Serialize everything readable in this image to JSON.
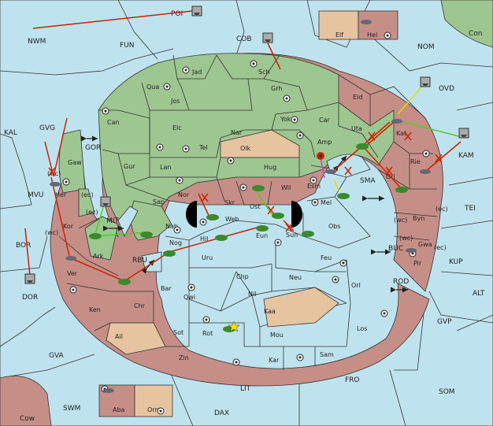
{
  "map": {
    "sea_labels": {
      "nwm": "NWM",
      "fun": "FUN",
      "cob": "COB",
      "nom": "NOM",
      "poi": "POI",
      "kal": "KAL",
      "gvg": "GVG",
      "mvu": "MVU",
      "gor": "GOR",
      "mit": "MIT",
      "bor": "BOR",
      "dor": "DOR",
      "rbu": "RBU",
      "ovd": "OVD",
      "kam": "KAM",
      "sma": "SMA",
      "tei": "TEI",
      "buc": "BUC",
      "kup": "KUP",
      "rod": "ROD",
      "alt": "ALT",
      "gvp": "GVP",
      "gva": "GVA",
      "fro": "FRO",
      "som": "SOM",
      "lit": "LIT",
      "swm": "SWM",
      "dax": "DAX",
      "con": "Con",
      "cow": "Cow"
    },
    "land_labels": {
      "jad": "Jad",
      "sch": "Sch",
      "qua": "Qua",
      "jos": "Jos",
      "grh": "Grh",
      "can": "Can",
      "elc": "Elc",
      "nar": "Nar",
      "yok": "Yok",
      "car": "Car",
      "eld": "Eld",
      "uta": "Uta",
      "kat": "Kat",
      "tel": "Tel",
      "olk": "Olk",
      "gur": "Gur",
      "lan": "Lan",
      "hug": "Hug",
      "amp": "Amp",
      "rie": "Rie",
      "gri": "Gri",
      "gaw": "Gaw",
      "her": "Her",
      "sap": "Sap",
      "nor": "Nor",
      "skr": "Skr",
      "wil": "Wil",
      "esm": "Esm",
      "mel": "Mel",
      "ost": "Ost",
      "web": "Web",
      "kor": "Kor",
      "nab": "Nab",
      "eun": "Eun",
      "sun": "Sun",
      "obs": "Obs",
      "byn": "Byn",
      "ark": "Ark",
      "nog": "Nog",
      "hil": "Hil",
      "uru": "Uru",
      "feu": "Feu",
      "gwa": "Gwa",
      "pir": "Pir",
      "ver": "Ver",
      "bar": "Bar",
      "chp": "Chp",
      "neu": "Neu",
      "orl": "Orl",
      "qwi": "Qwi",
      "nil": "Nil",
      "chr": "Chr",
      "ken": "Ken",
      "kaa": "Kaa",
      "los": "Los",
      "ail": "Ail",
      "sot": "Sot",
      "rot": "Rot",
      "mou": "Mou",
      "zin": "Zin",
      "kar": "Kar",
      "sam": "Sam",
      "elf": "Elf",
      "hel": "Hel",
      "aba": "Aba",
      "orn": "Orn"
    },
    "coast_tags": {
      "her_ec": "(ec)",
      "gaw_wc": "(wc)",
      "ark_ec": "(ec)",
      "kor_wc": "(wc)",
      "byn_wc": "(wc)",
      "byn_ec": "(ec)",
      "gwa_wc": "(wc)",
      "gwa_ec": "(ec)"
    },
    "colors": {
      "sea": "#bfe3ee",
      "green_power": "#9ec690",
      "red_power": "#c58f87",
      "neutral": "#e6c4a0",
      "red_arrow": "#cc2200",
      "green_arrow": "#55cc22",
      "yellow_arrow": "#dddd00"
    },
    "icons": [
      "army-icon",
      "fleet-icon",
      "supply-center-icon",
      "dislodged-icon",
      "canal-arrow-icon"
    ]
  }
}
